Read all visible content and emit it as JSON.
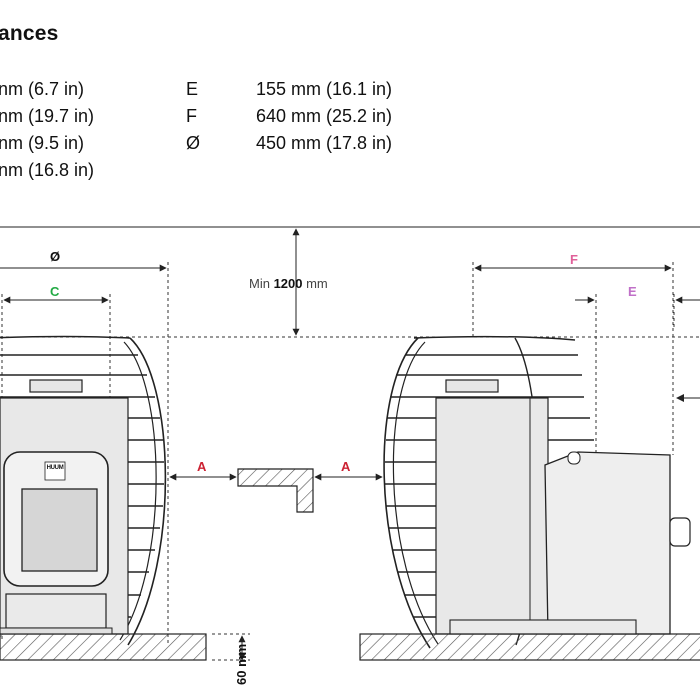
{
  "header": {
    "title": "ances"
  },
  "specs": {
    "left_rows": [
      "nm (6.7 in)",
      "nm (19.7 in)",
      "nm (9.5 in)",
      "nm (16.8 in)"
    ],
    "right_rows": [
      {
        "key": "E",
        "value": "155 mm (16.1 in)"
      },
      {
        "key": "F",
        "value": "640 mm (25.2 in)"
      },
      {
        "key": "Ø",
        "value": "450 mm (17.8 in)"
      }
    ]
  },
  "diagram": {
    "min_prefix": "Min ",
    "min_value": "1200",
    "min_unit": " mm",
    "floor_height": "60 mm",
    "labels": {
      "diameter": "Ø",
      "c": "C",
      "a_left": "A",
      "a_right": "A",
      "f": "F",
      "e": "E"
    },
    "logo_text": "HUUM",
    "colors": {
      "c": "#22aa44",
      "a": "#cc2233",
      "f": "#e0609a",
      "e": "#c070c8",
      "line": "#222222",
      "hatch": "#555555"
    }
  }
}
